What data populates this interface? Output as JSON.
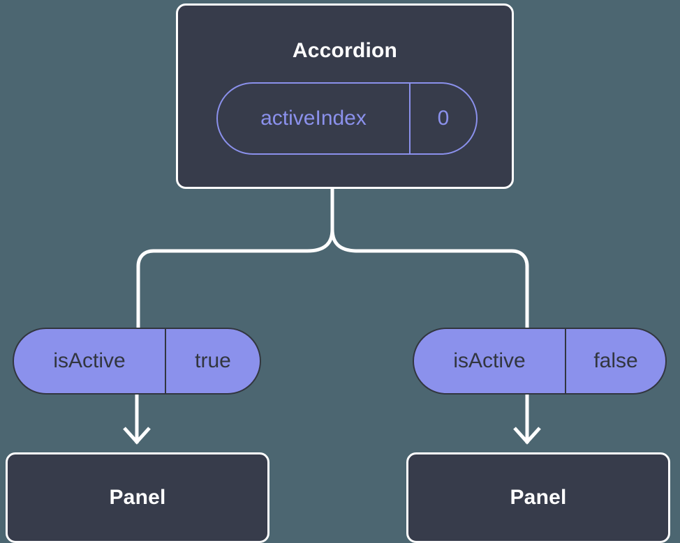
{
  "diagram": {
    "type": "component-state-tree",
    "background_color": "#4c6671",
    "node_fill_color": "#373c4b",
    "node_border_color": "#ffffff",
    "accent_color": "#8b91ec",
    "pill_text_color": "#32363f",
    "connector_color": "#ffffff",
    "root": {
      "title": "Accordion",
      "state_pill": {
        "key": "activeIndex",
        "value": "0"
      }
    },
    "branches": [
      {
        "side": "left",
        "prop_pill": {
          "key": "isActive",
          "value": "true"
        },
        "child": {
          "title": "Panel"
        }
      },
      {
        "side": "right",
        "prop_pill": {
          "key": "isActive",
          "value": "false"
        },
        "child": {
          "title": "Panel"
        }
      }
    ]
  }
}
